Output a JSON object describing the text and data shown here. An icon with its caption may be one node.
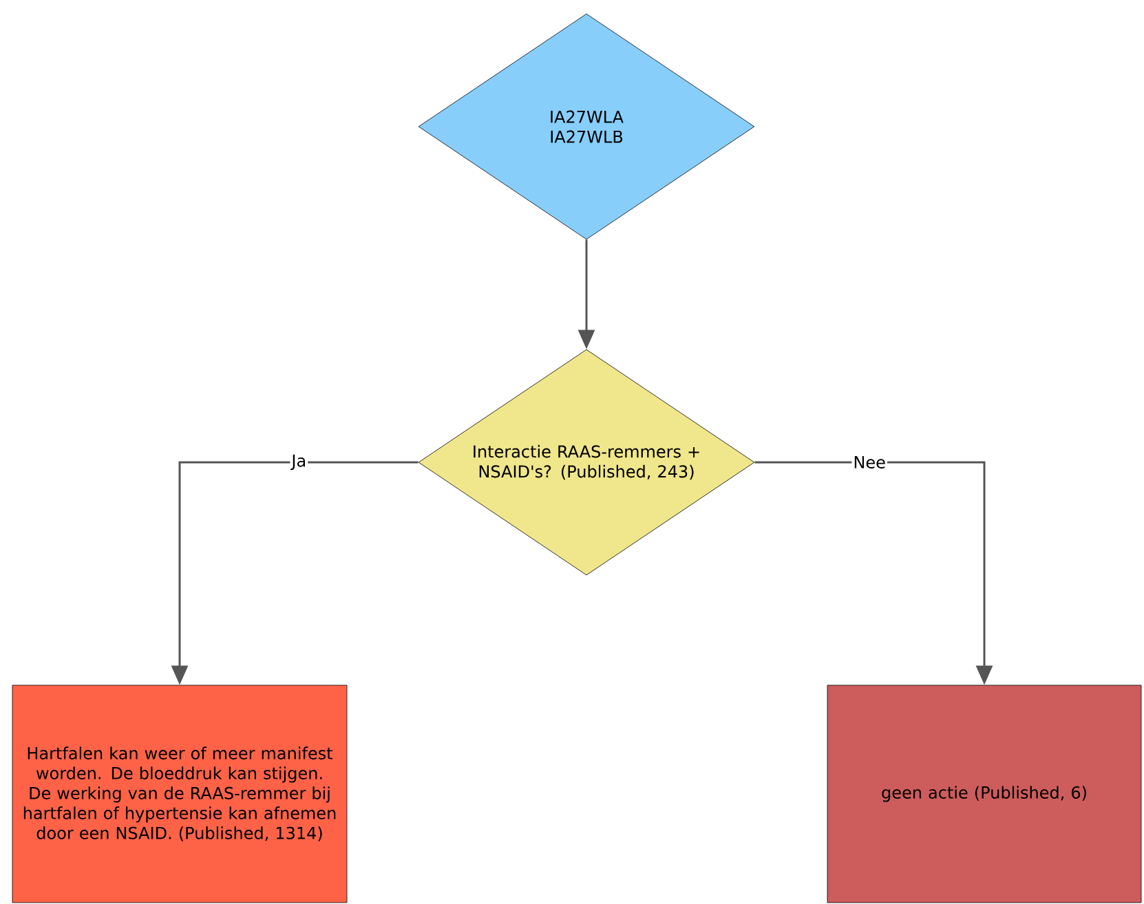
{
  "diagram": {
    "nodes": [
      {
        "text": [
          "IA27WLA IA27WLB"
        ]
      },
      {
        "text": [
          "Interactie RAAS-remmers + NSAID's? (Published, 243)"
        ]
      },
      {
        "text": [
          "Hartfalen kan weer of meer manifest worden. De bloeddruk kan stijgen. De werking van de RAAS-remmer bij hartfalen of hypertensie kan afnemen door een NSAID. (Published, 1314)"
        ]
      },
      {
        "text": [
          "geen actie (Published, 6)"
        ]
      }
    ],
    "edges": [
      {
        "from": 0,
        "to": 1,
        "arrow": "to"
      },
      {
        "from": 1,
        "to": 2,
        "arrow": "to",
        "label": "Ja"
      },
      {
        "from": 1,
        "to": 3,
        "arrow": "to",
        "label": "Nee"
      }
    ]
  }
}
